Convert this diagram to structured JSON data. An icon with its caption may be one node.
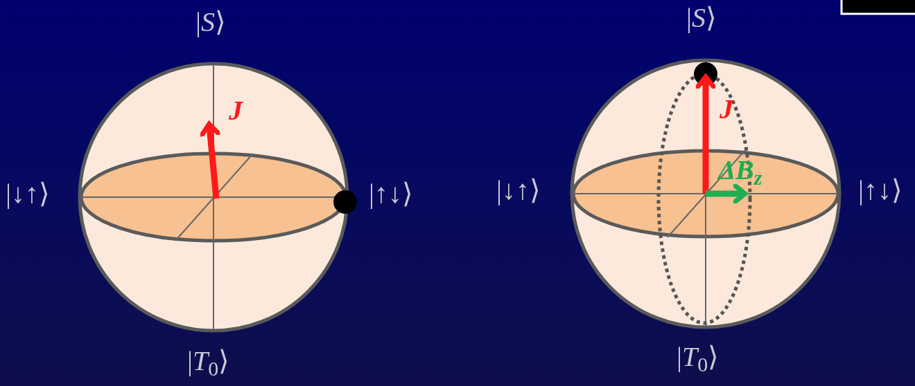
{
  "diagram": {
    "labels": [
      "|*S*⟩",
      "J",
      "|↓↑⟩",
      "|↑↓⟩",
      "|*T*$_{0}$⟩",
      "|*S*⟩",
      "J",
      "|↓↑⟩",
      "ΔB$_{z}$",
      "|↑↓⟩",
      "|*T*$_{0}$⟩"
    ]
  }
}
